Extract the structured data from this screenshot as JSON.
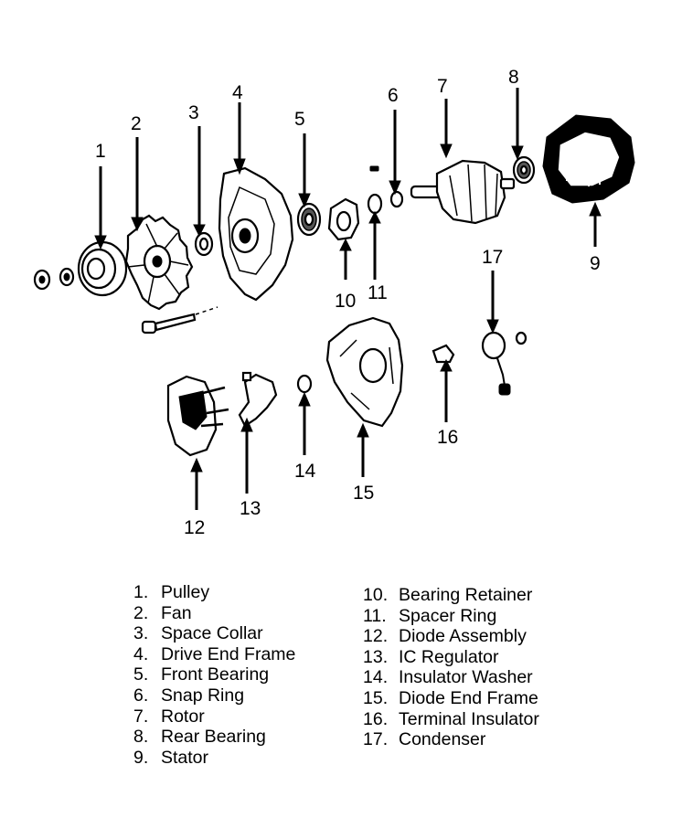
{
  "callouts": [
    "1",
    "2",
    "3",
    "4",
    "5",
    "6",
    "7",
    "8",
    "9",
    "10",
    "11",
    "12",
    "13",
    "14",
    "15",
    "16",
    "17"
  ],
  "legend": {
    "left": [
      {
        "num": "1.",
        "label": "Pulley"
      },
      {
        "num": "2.",
        "label": "Fan"
      },
      {
        "num": "3.",
        "label": "Space Collar"
      },
      {
        "num": "4.",
        "label": "Drive End Frame"
      },
      {
        "num": "5.",
        "label": "Front Bearing"
      },
      {
        "num": "6.",
        "label": "Snap Ring"
      },
      {
        "num": "7.",
        "label": "Rotor"
      },
      {
        "num": "8.",
        "label": "Rear Bearing"
      },
      {
        "num": "9.",
        "label": "Stator"
      }
    ],
    "right": [
      {
        "num": "10.",
        "label": "Bearing Retainer"
      },
      {
        "num": "11.",
        "label": "Spacer Ring"
      },
      {
        "num": "12.",
        "label": "Diode Assembly"
      },
      {
        "num": "13.",
        "label": "IC Regulator"
      },
      {
        "num": "14.",
        "label": "Insulator Washer"
      },
      {
        "num": "15.",
        "label": "Diode End Frame"
      },
      {
        "num": "16.",
        "label": "Terminal Insulator"
      },
      {
        "num": "17.",
        "label": "Condenser"
      }
    ]
  }
}
